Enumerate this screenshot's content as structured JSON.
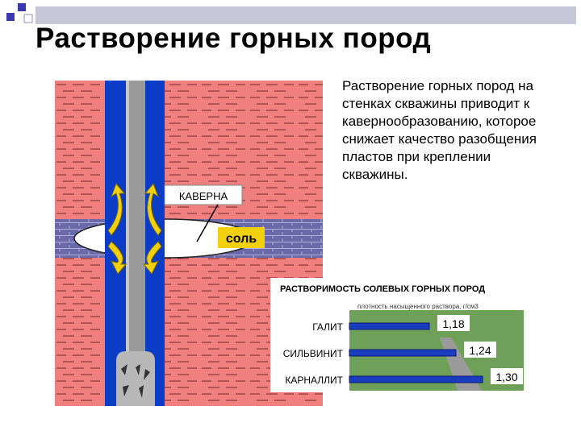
{
  "slide": {
    "title": "Растворение горных пород",
    "description": "Растворение горных пород на стенках скважины приводит к кавернообразованию, которое снижает качество разобщения пластов при креплении скважины."
  },
  "diagram": {
    "cavern_label": "КАВЕРНА",
    "salt_label": "соль"
  },
  "chart_data": {
    "type": "bar",
    "title": "РАСТВОРИМОСТЬ СОЛЕВЫХ ГОРНЫХ ПОРОД",
    "subtitle": "плотность насыщенного раствора, г/см3",
    "categories": [
      "ГАЛИТ",
      "СИЛЬВИНИТ",
      "КАРНАЛЛИТ"
    ],
    "values": [
      1.18,
      1.24,
      1.3
    ],
    "value_labels": [
      "1,18",
      "1,24",
      "1,30"
    ]
  },
  "colors": {
    "rock": "#f08080",
    "salt": "#6a6aaa",
    "pipe": "#0a3cc8",
    "drill_string": "#9a9a9a",
    "arrow": "#f2d00e",
    "chart_bg": "#6fa05a",
    "bar": "#1a3cc0"
  }
}
